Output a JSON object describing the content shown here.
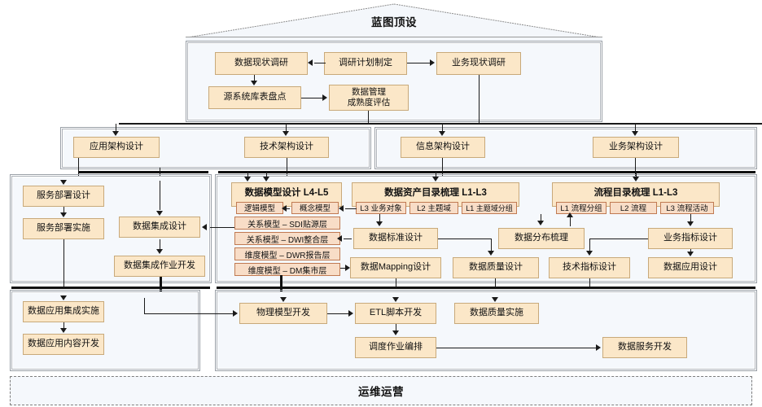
{
  "header": {
    "roof_title": "蓝图顶设"
  },
  "footer": {
    "title": "运维运营"
  },
  "top_panel": {
    "boxes": [
      {
        "id": "data_status_survey",
        "label": "数据现状调研"
      },
      {
        "id": "survey_plan",
        "label": "调研计划制定"
      },
      {
        "id": "biz_status_survey",
        "label": "业务现状调研"
      },
      {
        "id": "source_sys_inventory",
        "label": "源系统库表盘点"
      },
      {
        "id": "dm_maturity",
        "label": "数据管理\n成熟度评估",
        "line1": "数据管理",
        "line2": "成熟度评估"
      }
    ]
  },
  "arch_row": {
    "left_panel": [
      {
        "id": "app_arch",
        "label": "应用架构设计"
      },
      {
        "id": "tech_arch",
        "label": "技术架构设计"
      }
    ],
    "right_panel": [
      {
        "id": "info_arch",
        "label": "信息架构设计"
      },
      {
        "id": "biz_arch",
        "label": "业务架构设计"
      }
    ]
  },
  "design_row": {
    "left_panel": [
      {
        "id": "svc_deploy_design",
        "label": "服务部署设计"
      },
      {
        "id": "svc_deploy_impl",
        "label": "服务部署实施"
      },
      {
        "id": "data_integration_design",
        "label": "数据集成设计"
      },
      {
        "id": "data_integration_job_dev",
        "label": "数据集成作业开发"
      }
    ],
    "model_group": {
      "title": "数据模型设计 L4-L5",
      "chips": [
        {
          "id": "logical_model",
          "label": "逻辑模型"
        },
        {
          "id": "conceptual_model",
          "label": "概念模型"
        }
      ],
      "layers": [
        {
          "id": "rel_sdi",
          "label": "关系模型 – SDI贴源层"
        },
        {
          "id": "rel_dwi",
          "label": "关系模型 – DWI整合层"
        },
        {
          "id": "dim_dwr",
          "label": "维度模型 – DWR报告层"
        },
        {
          "id": "dim_dm",
          "label": "维度模型 – DM集市层"
        }
      ]
    },
    "asset_group": {
      "title": "数据资产目录梳理 L1-L3",
      "chips": [
        {
          "id": "l3_biz_object",
          "label": "L3 业务对象"
        },
        {
          "id": "l2_subject_domain",
          "label": "L2 主题域"
        },
        {
          "id": "l1_subject_group",
          "label": "L1 主题域分组"
        }
      ]
    },
    "process_group": {
      "title": "流程目录梳理 L1-L3",
      "chips": [
        {
          "id": "l1_process_group",
          "label": "L1 流程分组"
        },
        {
          "id": "l2_process",
          "label": "L2 流程"
        },
        {
          "id": "l3_process_activity",
          "label": "L3 流程活动"
        }
      ]
    },
    "boxes": [
      {
        "id": "data_standard_design",
        "label": "数据标准设计"
      },
      {
        "id": "data_mapping_design",
        "label": "数据Mapping设计"
      },
      {
        "id": "data_quality_design",
        "label": "数据质量设计"
      },
      {
        "id": "data_distribution",
        "label": "数据分布梳理"
      },
      {
        "id": "tech_kpi_design",
        "label": "技术指标设计"
      },
      {
        "id": "biz_kpi_design",
        "label": "业务指标设计"
      },
      {
        "id": "data_app_design",
        "label": "数据应用设计"
      }
    ]
  },
  "impl_row": {
    "left_panel": [
      {
        "id": "data_app_integration_impl",
        "label": "数据应用集成实施"
      },
      {
        "id": "data_app_content_dev",
        "label": "数据应用内容开发"
      }
    ],
    "right_panel": [
      {
        "id": "physical_model_dev",
        "label": "物理模型开发"
      },
      {
        "id": "etl_script_dev",
        "label": "ETL脚本开发"
      },
      {
        "id": "data_quality_impl",
        "label": "数据质量实施"
      },
      {
        "id": "schedule_job_orch",
        "label": "调度作业编排"
      },
      {
        "id": "data_service_dev",
        "label": "数据服务开发"
      }
    ]
  },
  "colors": {
    "box_fill": "#fbe7c8",
    "box_border": "#c8a97a",
    "chip_fill": "#f8ddc7",
    "chip_border": "#c07a52",
    "panel_fill": "#f5f8fc",
    "panel_border": "#aeb3ba",
    "connector": "#1a1a1a"
  }
}
